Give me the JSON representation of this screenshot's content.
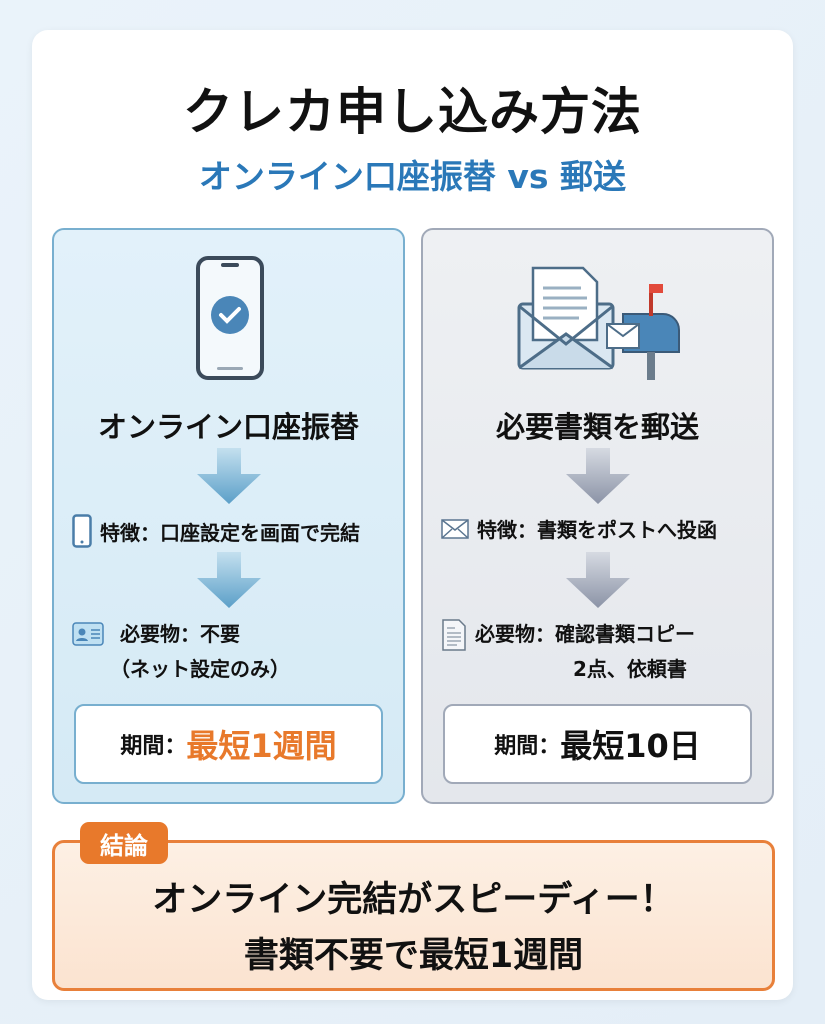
{
  "header": {
    "title": "クレカ申し込み方法",
    "subtitle": "オンライン口座振替 vs 郵送"
  },
  "left": {
    "heading": "オンライン口座振替",
    "feature": "特徴：口座設定を画面で完結",
    "required_line1": "必要物：不要",
    "required_line2": "（ネット設定のみ）",
    "period_label": "期間：",
    "period_value": "最短1週間"
  },
  "right": {
    "heading": "必要書類を郵送",
    "feature": "特徴：書類をポストへ投函",
    "required_line1": "必要物：確認書類コピー",
    "required_line2": "2点、依頼書",
    "period_label": "期間：",
    "period_value": "最短10日"
  },
  "conclusion": {
    "tag": "結論",
    "line1": "オンライン完結がスピーディー！",
    "line2": "書類不要で最短1週間"
  },
  "colors": {
    "accent_blue": "#2a78b8",
    "accent_orange": "#e8792b"
  }
}
